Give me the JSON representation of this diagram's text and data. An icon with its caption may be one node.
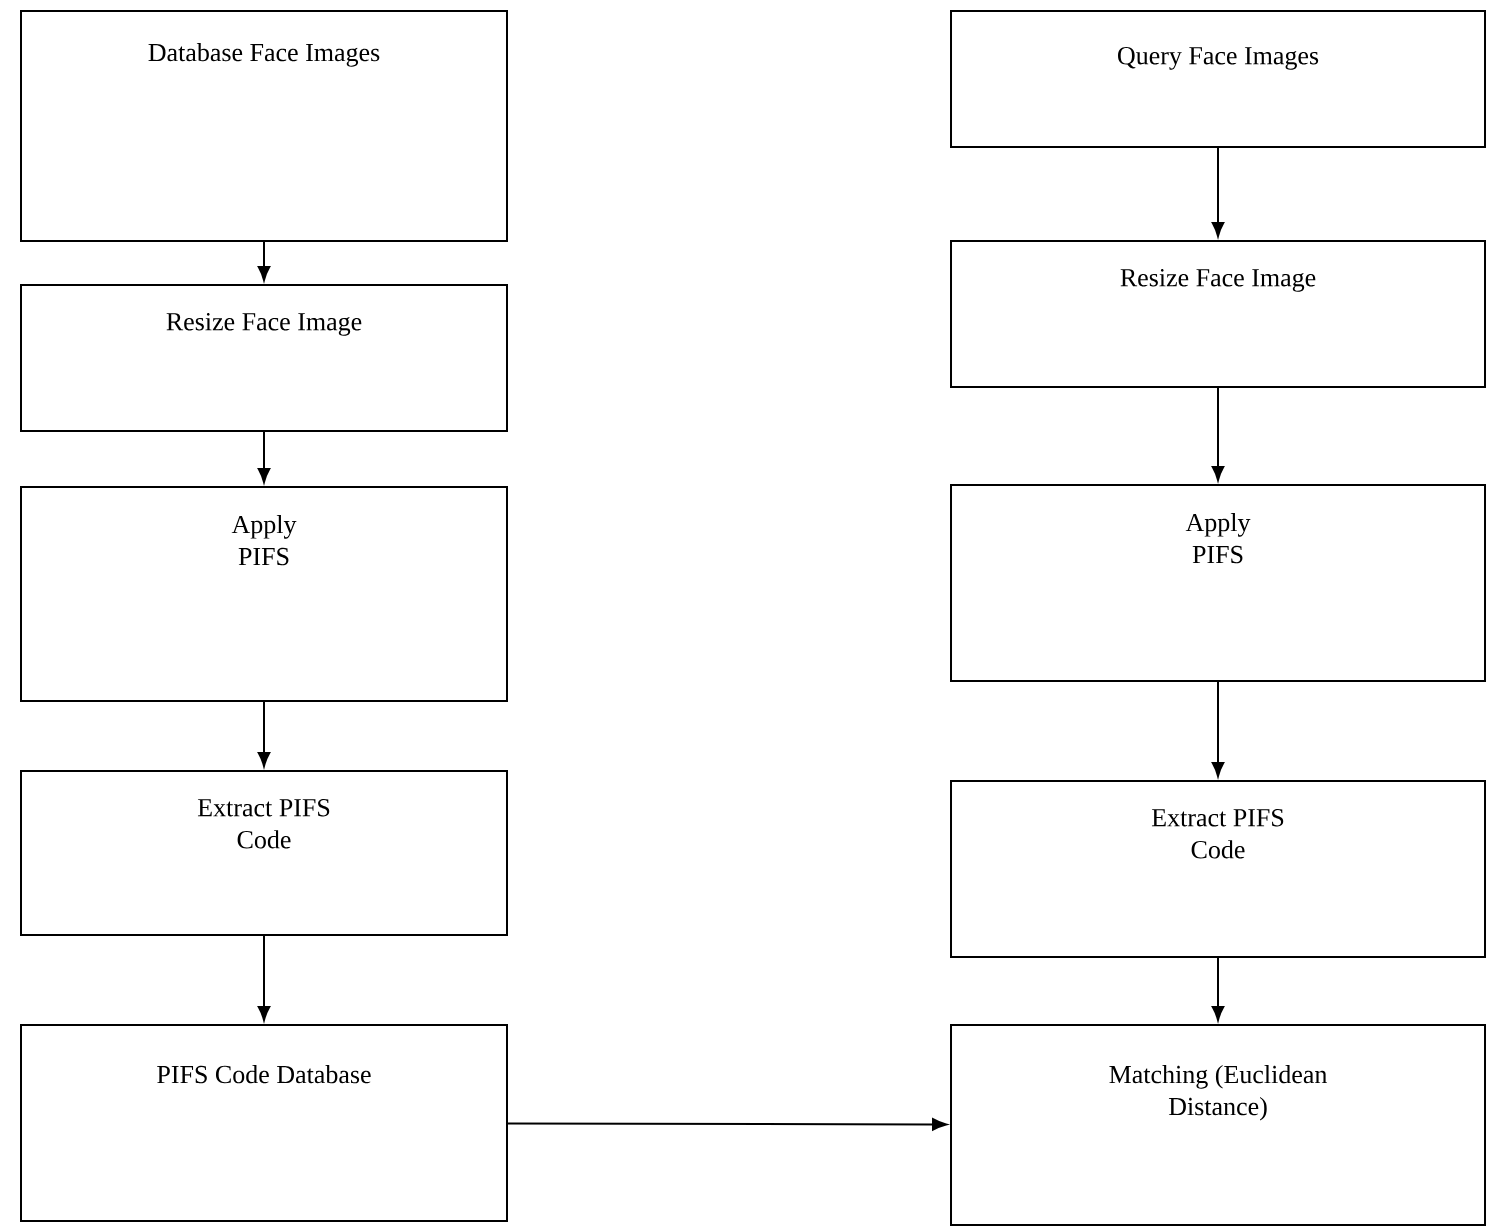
{
  "diagram": {
    "nodes": [
      {
        "text": [
          "Database Face Images"
        ]
      },
      {
        "text": [
          "Resize Face Image"
        ]
      },
      {
        "text": [
          "Apply PIFS"
        ]
      },
      {
        "text": [
          "Extract PIFS Code"
        ]
      },
      {
        "text": [
          "PIFS Code Database"
        ]
      },
      {
        "text": [
          "Query Face Images"
        ]
      },
      {
        "text": [
          "Resize Face Image"
        ]
      },
      {
        "text": [
          "Apply PIFS"
        ]
      },
      {
        "text": [
          "Extract PIFS Code"
        ]
      },
      {
        "text": [
          "Matching (Euclidean Distance)"
        ]
      }
    ],
    "edges": [
      {
        "from": 0,
        "to": 1,
        "arrow": "to"
      },
      {
        "from": 1,
        "to": 2,
        "arrow": "to"
      },
      {
        "from": 2,
        "to": 3,
        "arrow": "to"
      },
      {
        "from": 3,
        "to": 4,
        "arrow": "to"
      },
      {
        "from": 5,
        "to": 6,
        "arrow": "to"
      },
      {
        "from": 6,
        "to": 7,
        "arrow": "to"
      },
      {
        "from": 7,
        "to": 8,
        "arrow": "to"
      },
      {
        "from": 8,
        "to": 9,
        "arrow": "to"
      },
      {
        "from": 4,
        "to": 9,
        "arrow": "to"
      }
    ]
  }
}
